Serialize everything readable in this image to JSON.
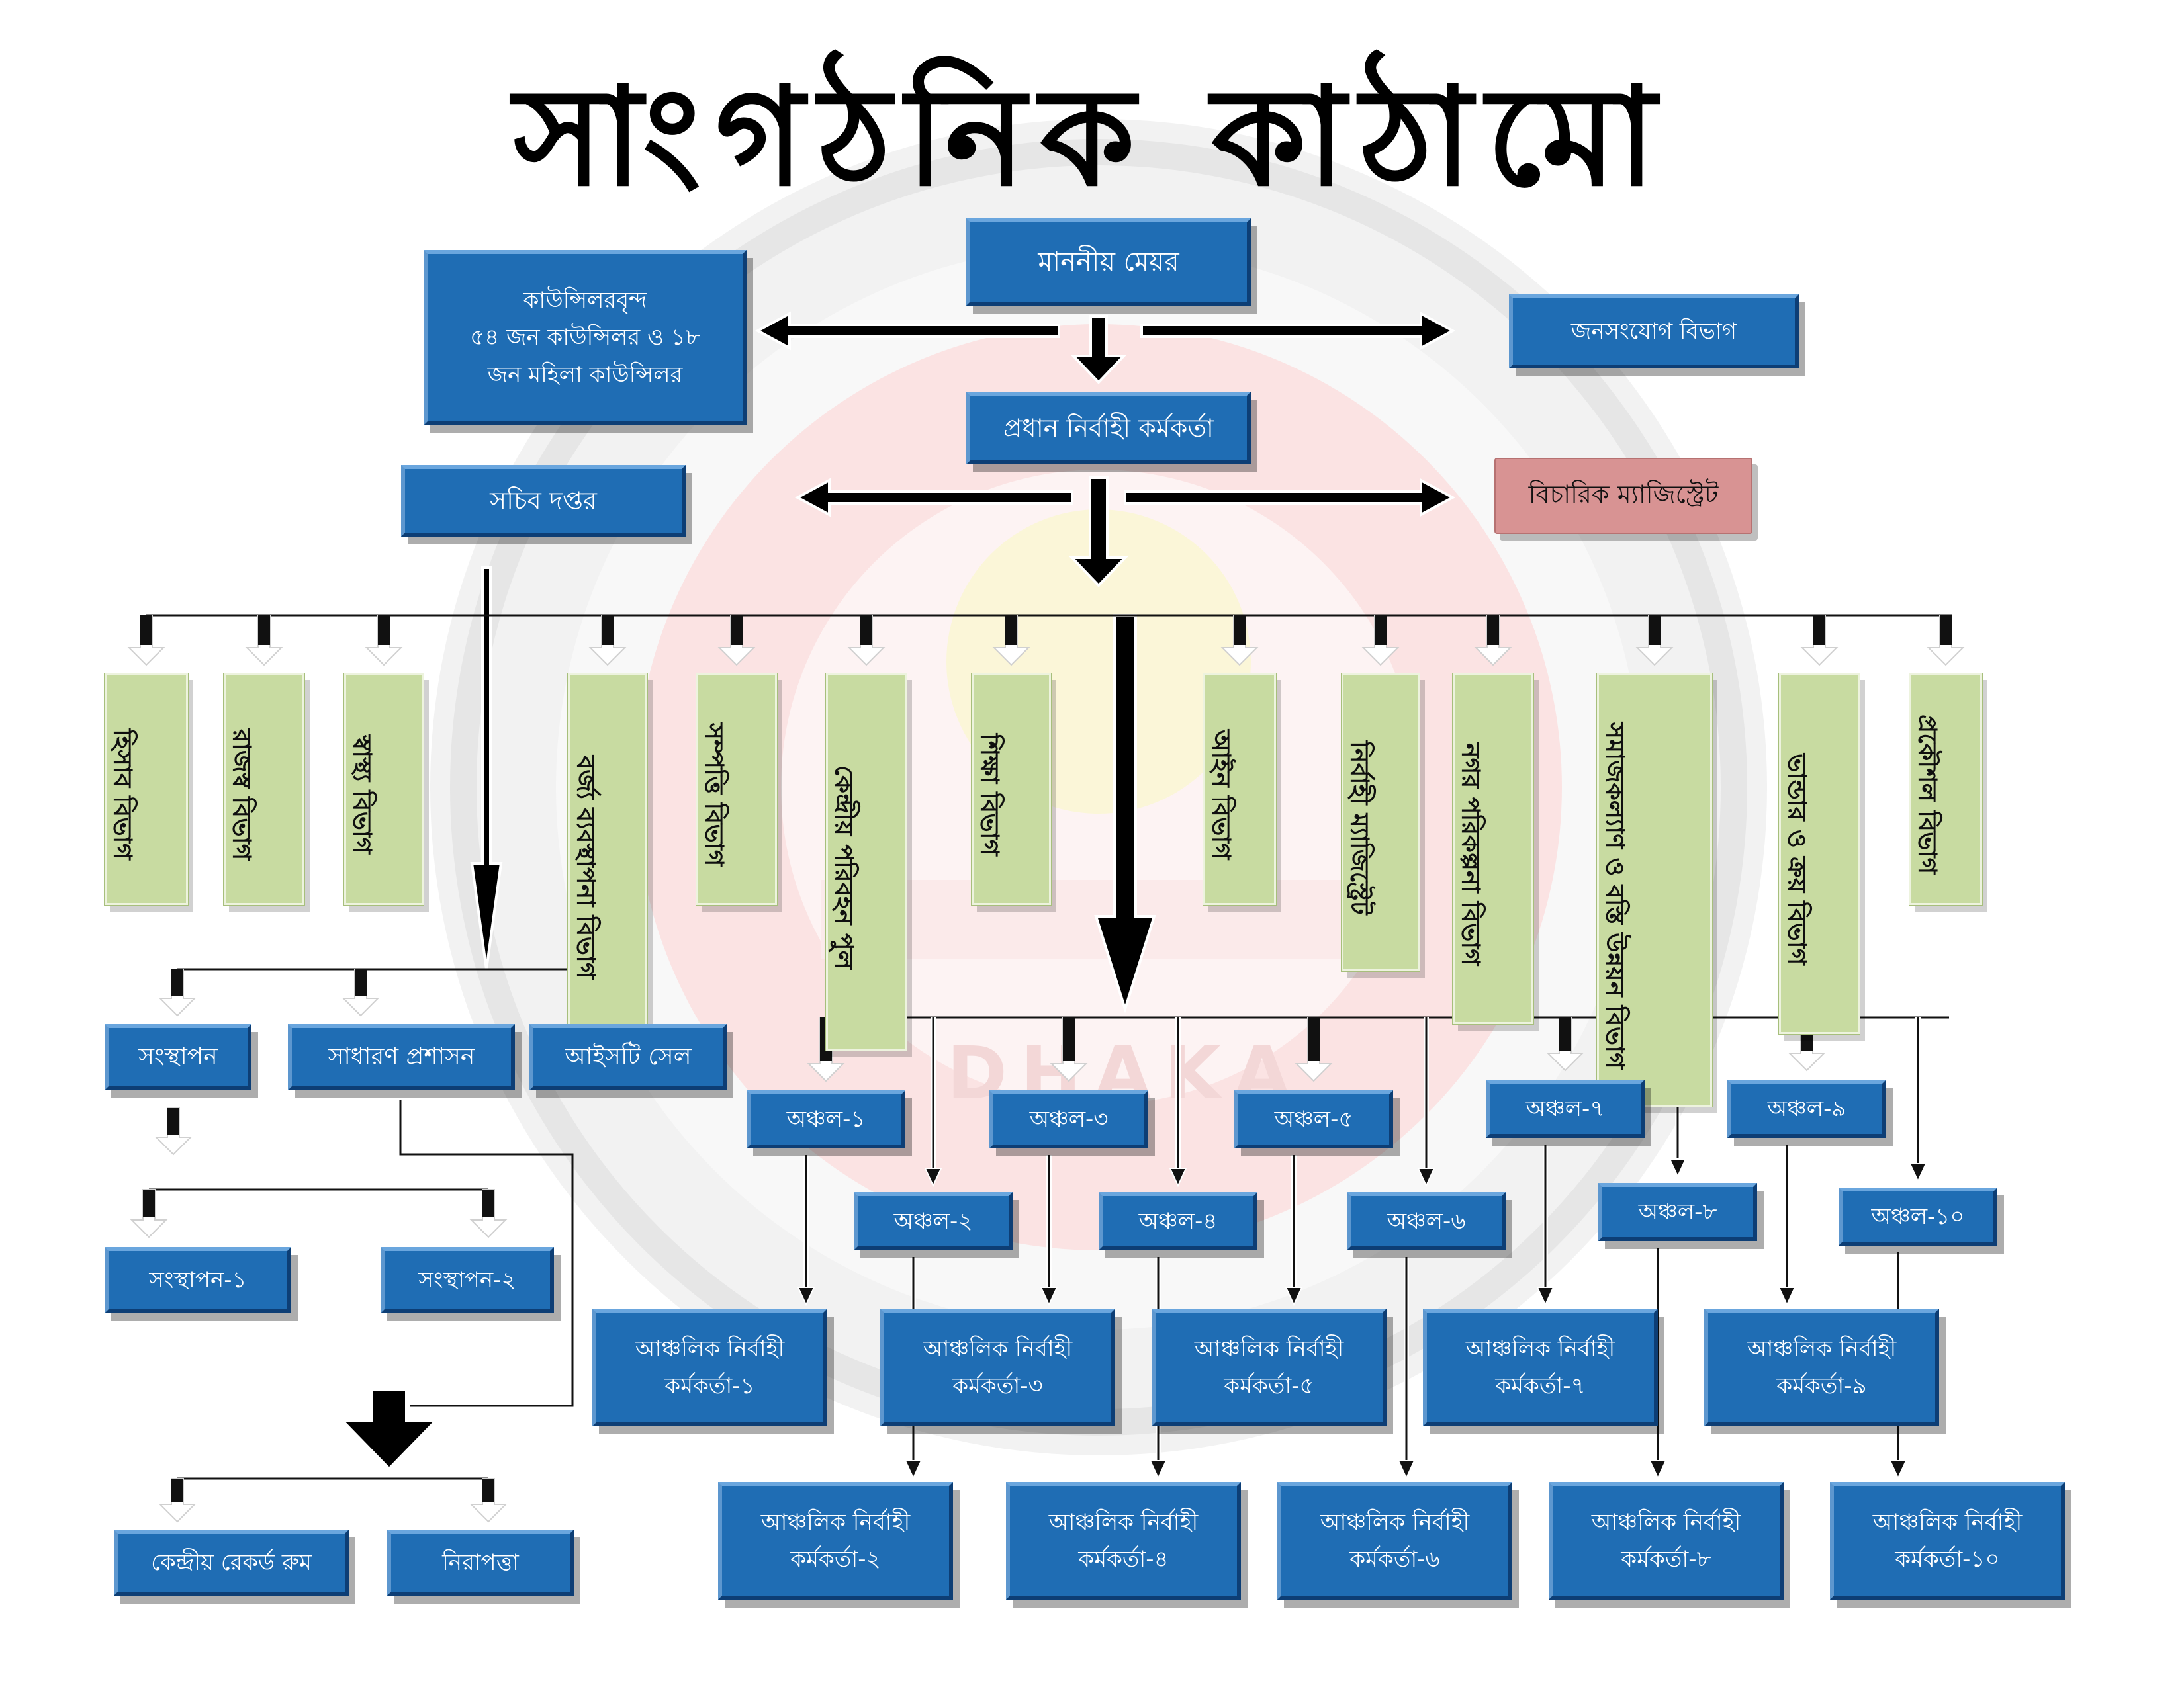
{
  "title": "সাংগঠনিক কাঠামো",
  "mayor": "মাননীয় মেয়র",
  "councillors": [
    "কাউন্সিলরবৃন্দ",
    "৫৪ জন কাউন্সিলর ও ১৮",
    "জন মহিলা কাউন্সিলর"
  ],
  "public_relations": "জনসংযোগ বিভাগ",
  "ceo": "প্রধান নির্বাহী কর্মকর্তা",
  "secretary_office": "সচিব দপ্তর",
  "magistrate": "বিচারিক ম্যাজিস্ট্রেট",
  "departments": [
    "হিসাব বিভাগ",
    "রাজস্ব বিভাগ",
    "স্বাস্থ্য বিভাগ",
    "বর্জ্য ব্যবস্থাপনা বিভাগ",
    "সম্পত্তি বিভাগ",
    "কেন্দ্রীয় পরিবহন পুল",
    "শিক্ষা বিভাগ",
    "আইন বিভাগ",
    "নির্বাহী ম্যাজিস্ট্রেট",
    "নগর পরিকল্পনা বিভাগ",
    "সমাজকল্যাণ ও বস্তি উন্নয়ন বিভাগ",
    "ভান্ডার ও ক্রয় বিভাগ",
    "প্রকৌশল বিভাগ"
  ],
  "secretariat_units": [
    "সংস্থাপন",
    "সাধারণ প্রশাসন",
    "আইসটি সেল"
  ],
  "establishment_units": [
    "সংস্থাপন-১",
    "সংস্থাপন-২"
  ],
  "admin_units": [
    "কেন্দ্রীয় রেকর্ড রুম",
    "নিরাপত্তা"
  ],
  "zones": [
    "অঞ্চল-১",
    "অঞ্চল-২",
    "অঞ্চল-৩",
    "অঞ্চল-৪",
    "অঞ্চল-৫",
    "অঞ্চল-৬",
    "অঞ্চল-৭",
    "অঞ্চল-৮",
    "অঞ্চল-৯",
    "অঞ্চল-১০"
  ],
  "zonal_officer_label": "আঞ্চলিক নির্বাহী",
  "zonal_officers": [
    "কর্মকর্তা-১",
    "কর্মকর্তা-২",
    "কর্মকর্তা-৩",
    "কর্মকর্তা-৪",
    "কর্মকর্তা-৫",
    "কর্মকর্তা-৬",
    "কর্মকর্তা-৭",
    "কর্মকর্তা-৮",
    "কর্মকর্তা-৯",
    "কর্মকর্তা-১০"
  ],
  "watermark_text": "DHAKA"
}
